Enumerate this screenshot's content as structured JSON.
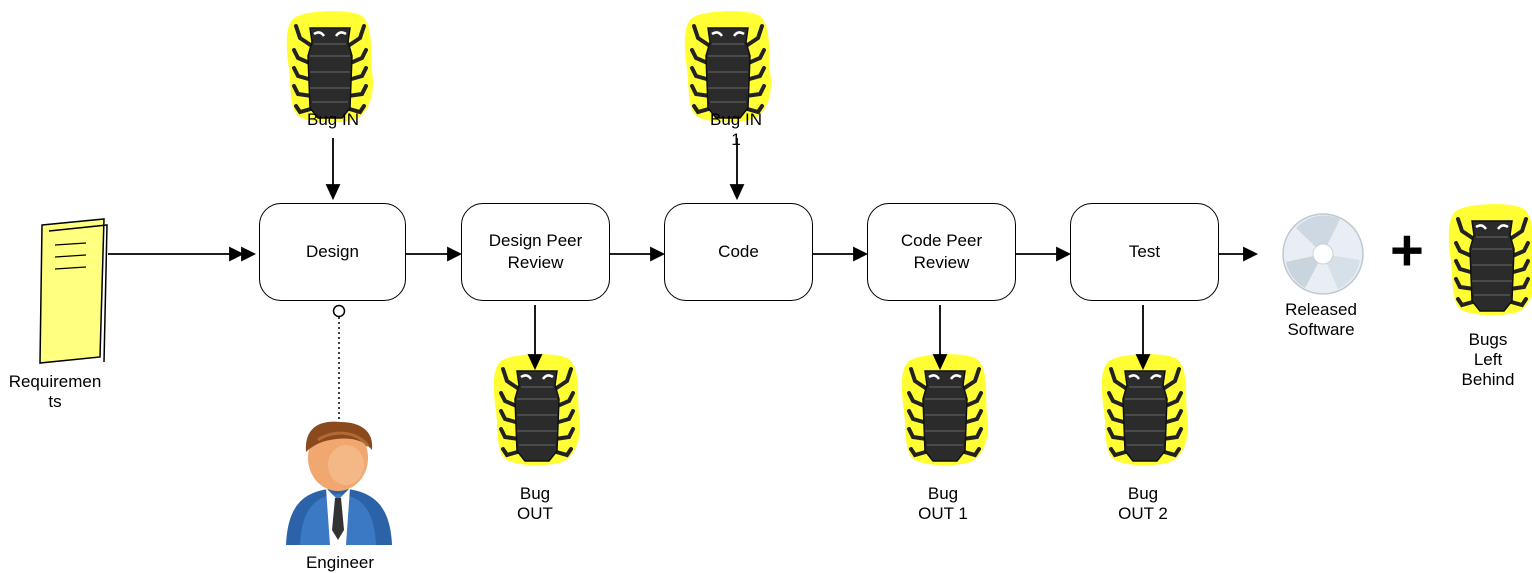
{
  "steps": {
    "design": "Design",
    "design_review": "Design Peer\nReview",
    "code": "Code",
    "code_review": "Code Peer\nReview",
    "test": "Test"
  },
  "labels": {
    "requirements": "Requiremen\nts",
    "engineer": "Engineer",
    "bug_in": "Bug IN",
    "bug_in_1": "Bug IN\n1",
    "bug_out": "Bug\nOUT",
    "bug_out_1": "Bug\nOUT 1",
    "bug_out_2": "Bug\nOUT 2",
    "released": "Released\nSoftware",
    "bugs_left": "Bugs\nLeft\nBehind",
    "plus": "+"
  },
  "icons": {
    "bug": "bug-icon",
    "document": "document-icon",
    "engineer": "person-icon",
    "disc": "disc-icon"
  },
  "colors": {
    "bug_highlight": "#ffff33",
    "bug_body": "#2a2a2a",
    "document_fill": "#ffff80"
  }
}
